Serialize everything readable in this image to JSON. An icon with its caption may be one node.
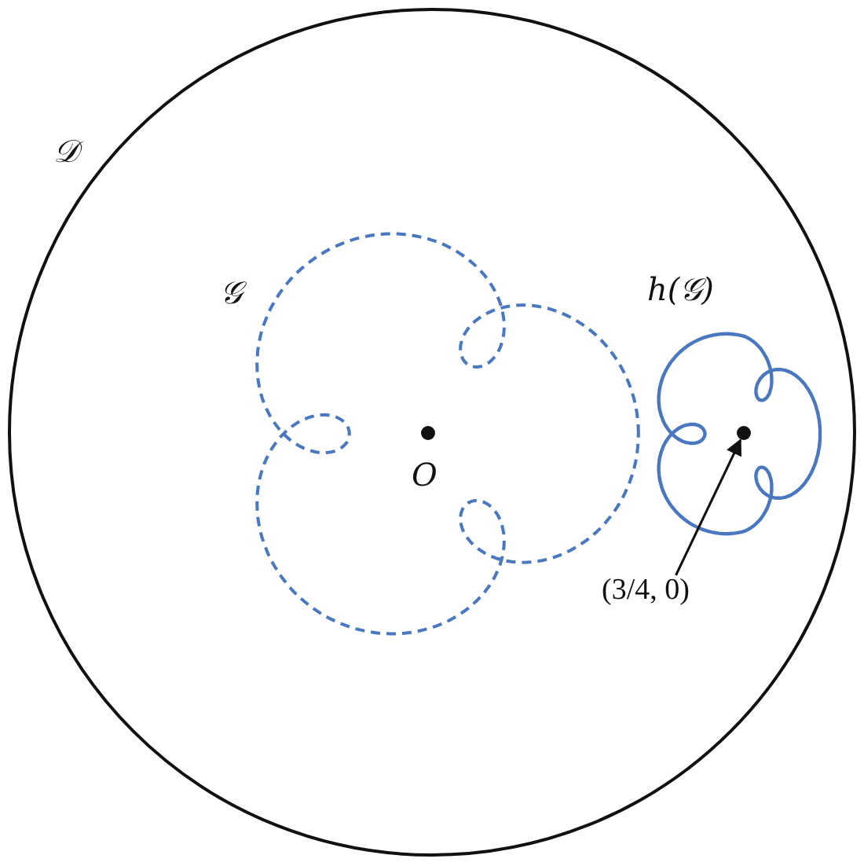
{
  "diagram": {
    "nodes": [
      {
        "text": [
          "(3/4, 0)"
        ]
      },
      {
        "text": [],
        "shape": "circle"
      }
    ],
    "edges": [
      {
        "from": 0,
        "to": 1,
        "arrow": "to"
      }
    ],
    "labels": [
      "𝒟",
      "𝒢",
      "h(𝒢)",
      "O"
    ]
  }
}
